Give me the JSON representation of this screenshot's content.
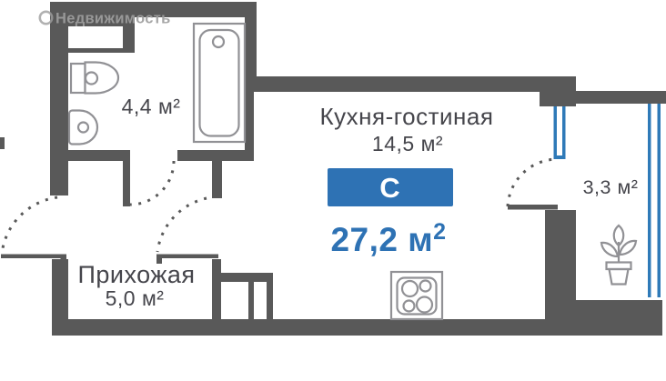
{
  "watermark": {
    "label": "Недвижимость",
    "logo_icon": "ring-logo-icon"
  },
  "colors": {
    "wall": "#595959",
    "accent": "#2e72b4",
    "window": "#2f7ab8",
    "fixture": "#919195",
    "label": "#45454b",
    "watermark": "#9e9e9e"
  },
  "rooms": {
    "bathroom": {
      "area": "4,4 м²"
    },
    "kitchen_living": {
      "name": "Кухня-гостиная",
      "area": "14,5 м²"
    },
    "hallway": {
      "name": "Прихожая",
      "area": "5,0 м²"
    },
    "balcony": {
      "area": "3,3 м²"
    }
  },
  "apartment": {
    "type_badge": "С",
    "total_area": "27,2 м",
    "total_area_sup": "2"
  },
  "icons": {
    "bathtub": "bathtub-icon",
    "toilet": "toilet-icon",
    "sink": "sink-icon",
    "stove": "stove-icon",
    "plant": "plant-icon"
  }
}
